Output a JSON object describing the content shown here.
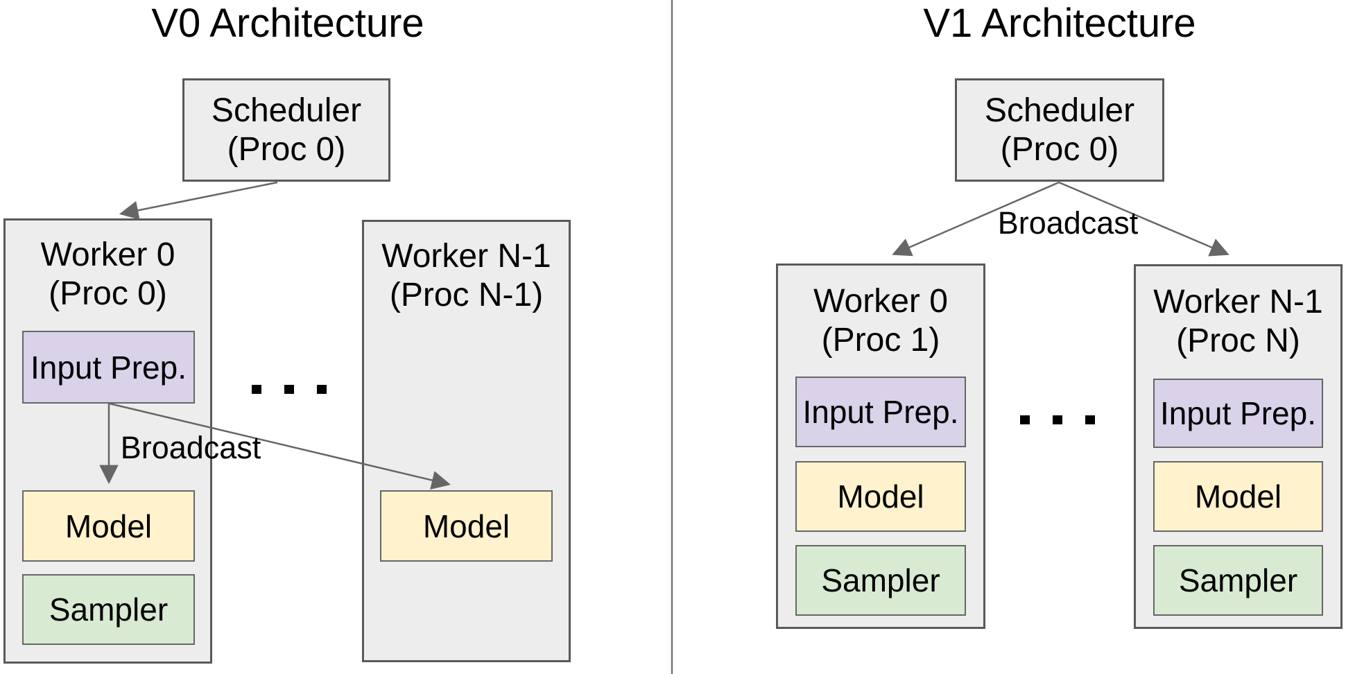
{
  "colors": {
    "background": "#ffffff",
    "outer_box_fill": "#ededed",
    "outer_box_border": "#595959",
    "inner_box_border": "#666666",
    "input_prep_fill": "#d9d2e9",
    "model_fill": "#fff2cc",
    "sampler_fill": "#d9ead3",
    "arrow": "#666666",
    "divider": "#777777",
    "text": "#000000"
  },
  "v0": {
    "title": "V0 Architecture",
    "scheduler": {
      "name": "Scheduler",
      "proc": "(Proc 0)"
    },
    "broadcast_label": "Broadcast",
    "ellipsis": ". . .",
    "worker0": {
      "name": "Worker 0",
      "proc": "(Proc 0)",
      "blocks": {
        "input_prep": "Input Prep.",
        "model": "Model",
        "sampler": "Sampler"
      }
    },
    "worker_n": {
      "name": "Worker N-1",
      "proc": "(Proc N-1)",
      "blocks": {
        "model": "Model"
      }
    }
  },
  "v1": {
    "title": "V1 Architecture",
    "scheduler": {
      "name": "Scheduler",
      "proc": "(Proc 0)"
    },
    "broadcast_label": "Broadcast",
    "ellipsis": ". . .",
    "worker0": {
      "name": "Worker 0",
      "proc": "(Proc 1)",
      "blocks": {
        "input_prep": "Input Prep.",
        "model": "Model",
        "sampler": "Sampler"
      }
    },
    "worker_n": {
      "name": "Worker N-1",
      "proc": "(Proc N)",
      "blocks": {
        "input_prep": "Input Prep.",
        "model": "Model",
        "sampler": "Sampler"
      }
    }
  }
}
